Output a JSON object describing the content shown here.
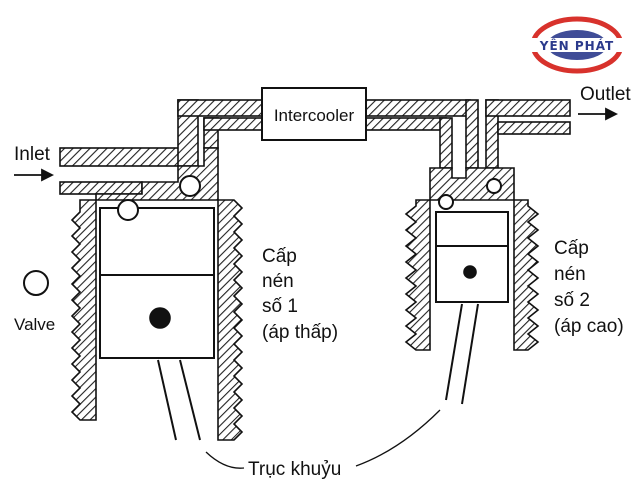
{
  "logo": {
    "text": "YÊN PHÁT",
    "ring_color": "#d8322c",
    "text_color": "#2b3a8c"
  },
  "labels": {
    "inlet": "Inlet",
    "outlet": "Outlet",
    "intercooler": "Intercooler",
    "valve": "Valve",
    "crankshaft": "Trục khuỷu",
    "stage1": [
      "Cấp",
      "nén",
      "số 1",
      "(áp thấp)"
    ],
    "stage2": [
      "Cấp",
      "nén",
      "số 2",
      "(áp cao)"
    ]
  },
  "colors": {
    "ink": "#111111",
    "hatch": "#222222",
    "background": "#ffffff"
  }
}
